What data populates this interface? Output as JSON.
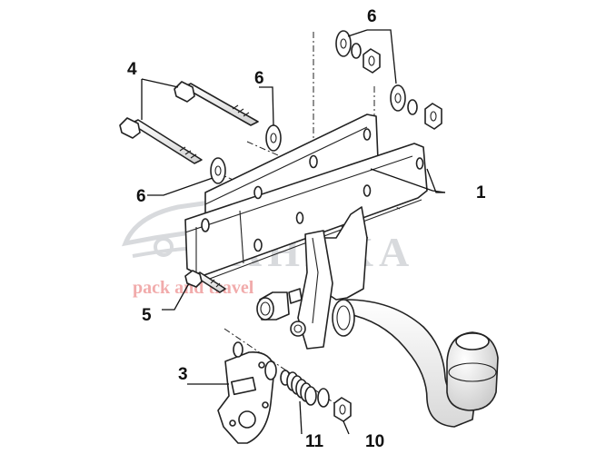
{
  "watermark": {
    "brand": "AHAKA",
    "tagline": "pack and travel",
    "brand_color": "#b9bcc2",
    "tagline_color": "#f0a3a3"
  },
  "callouts": {
    "part_1": "1",
    "part_3": "3",
    "part_4": "4",
    "part_5": "5",
    "part_6_top": "6",
    "part_6_mid": "6",
    "part_6_left": "6",
    "part_10": "10",
    "part_11": "11"
  },
  "colors": {
    "line": "#222222",
    "fill": "#ffffff",
    "ball_gradient": [
      "#ffffff",
      "#c8c8c8"
    ]
  }
}
